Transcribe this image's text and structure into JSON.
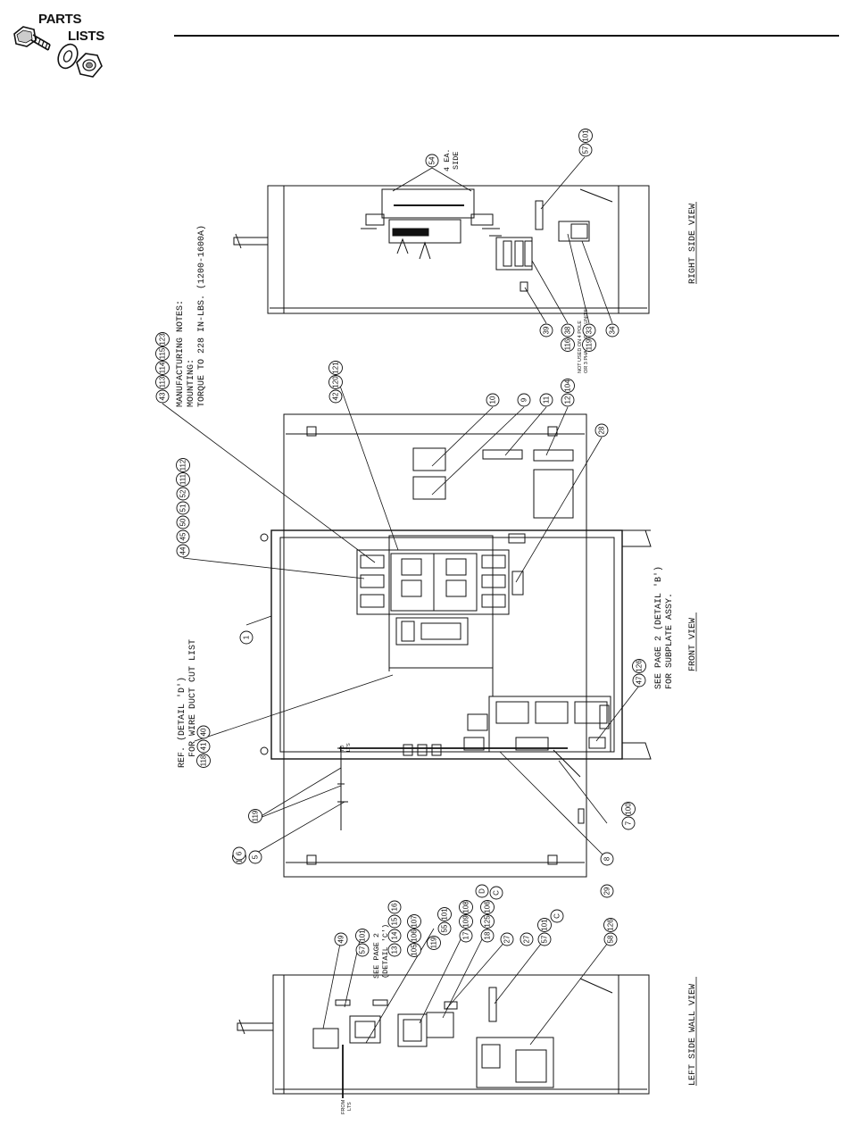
{
  "header": {
    "logo_line1": "PARTS",
    "logo_line2": "LISTS"
  },
  "views": {
    "right_side": "RIGHT SIDE VIEW",
    "front": "FRONT VIEW",
    "left_side_wall": "LEFT SIDE WALL VIEW"
  },
  "notes": {
    "manufacturing_title": "MANUFACTURING NOTES:",
    "mounting": "MOUNTING:",
    "torque": "TORQUE TO 228 IN-LBS. (1200-1600A)",
    "ref_detail_d": "REF. (DETAIL 'D')",
    "wire_duct": "FOR WIRE DUCT CUT LIST",
    "see_page2_b": "SEE PAGE 2 (DETAIL 'B')",
    "subplate": "FOR SUBPLATE ASSY.",
    "four_ea": "4 EA.",
    "side": "SIDE",
    "not_used_1": "NOT USED ON 4 POLE",
    "not_used_2": "OR 3 PHASE 3 POLE UNITS",
    "see_page2": "SEE PAGE 2",
    "detail_c": "(DETAIL 'C')",
    "from_left": "FROM",
    "from_left2": "LTS",
    "to_left": "TO",
    "to_left2": "LTS"
  },
  "callouts": [
    "54",
    "57",
    "101",
    "39",
    "116",
    "38",
    "119",
    "33",
    "34",
    "43",
    "113",
    "114",
    "115",
    "123",
    "42",
    "120",
    "121",
    "10",
    "9",
    "11",
    "12",
    "104",
    "28",
    "44",
    "45",
    "50",
    "51",
    "52",
    "111",
    "112",
    "1",
    "47",
    "126",
    "118",
    "41",
    "40",
    "119",
    "103",
    "6",
    "5",
    "8",
    "7",
    "100",
    "29",
    "49",
    "57",
    "101",
    "13",
    "14",
    "15",
    "16",
    "105",
    "106",
    "107",
    "119",
    "55",
    "101",
    "17",
    "109",
    "108",
    "18",
    "125",
    "106",
    "27",
    "27",
    "57",
    "101",
    "58",
    "126",
    "D",
    "C",
    "C"
  ]
}
